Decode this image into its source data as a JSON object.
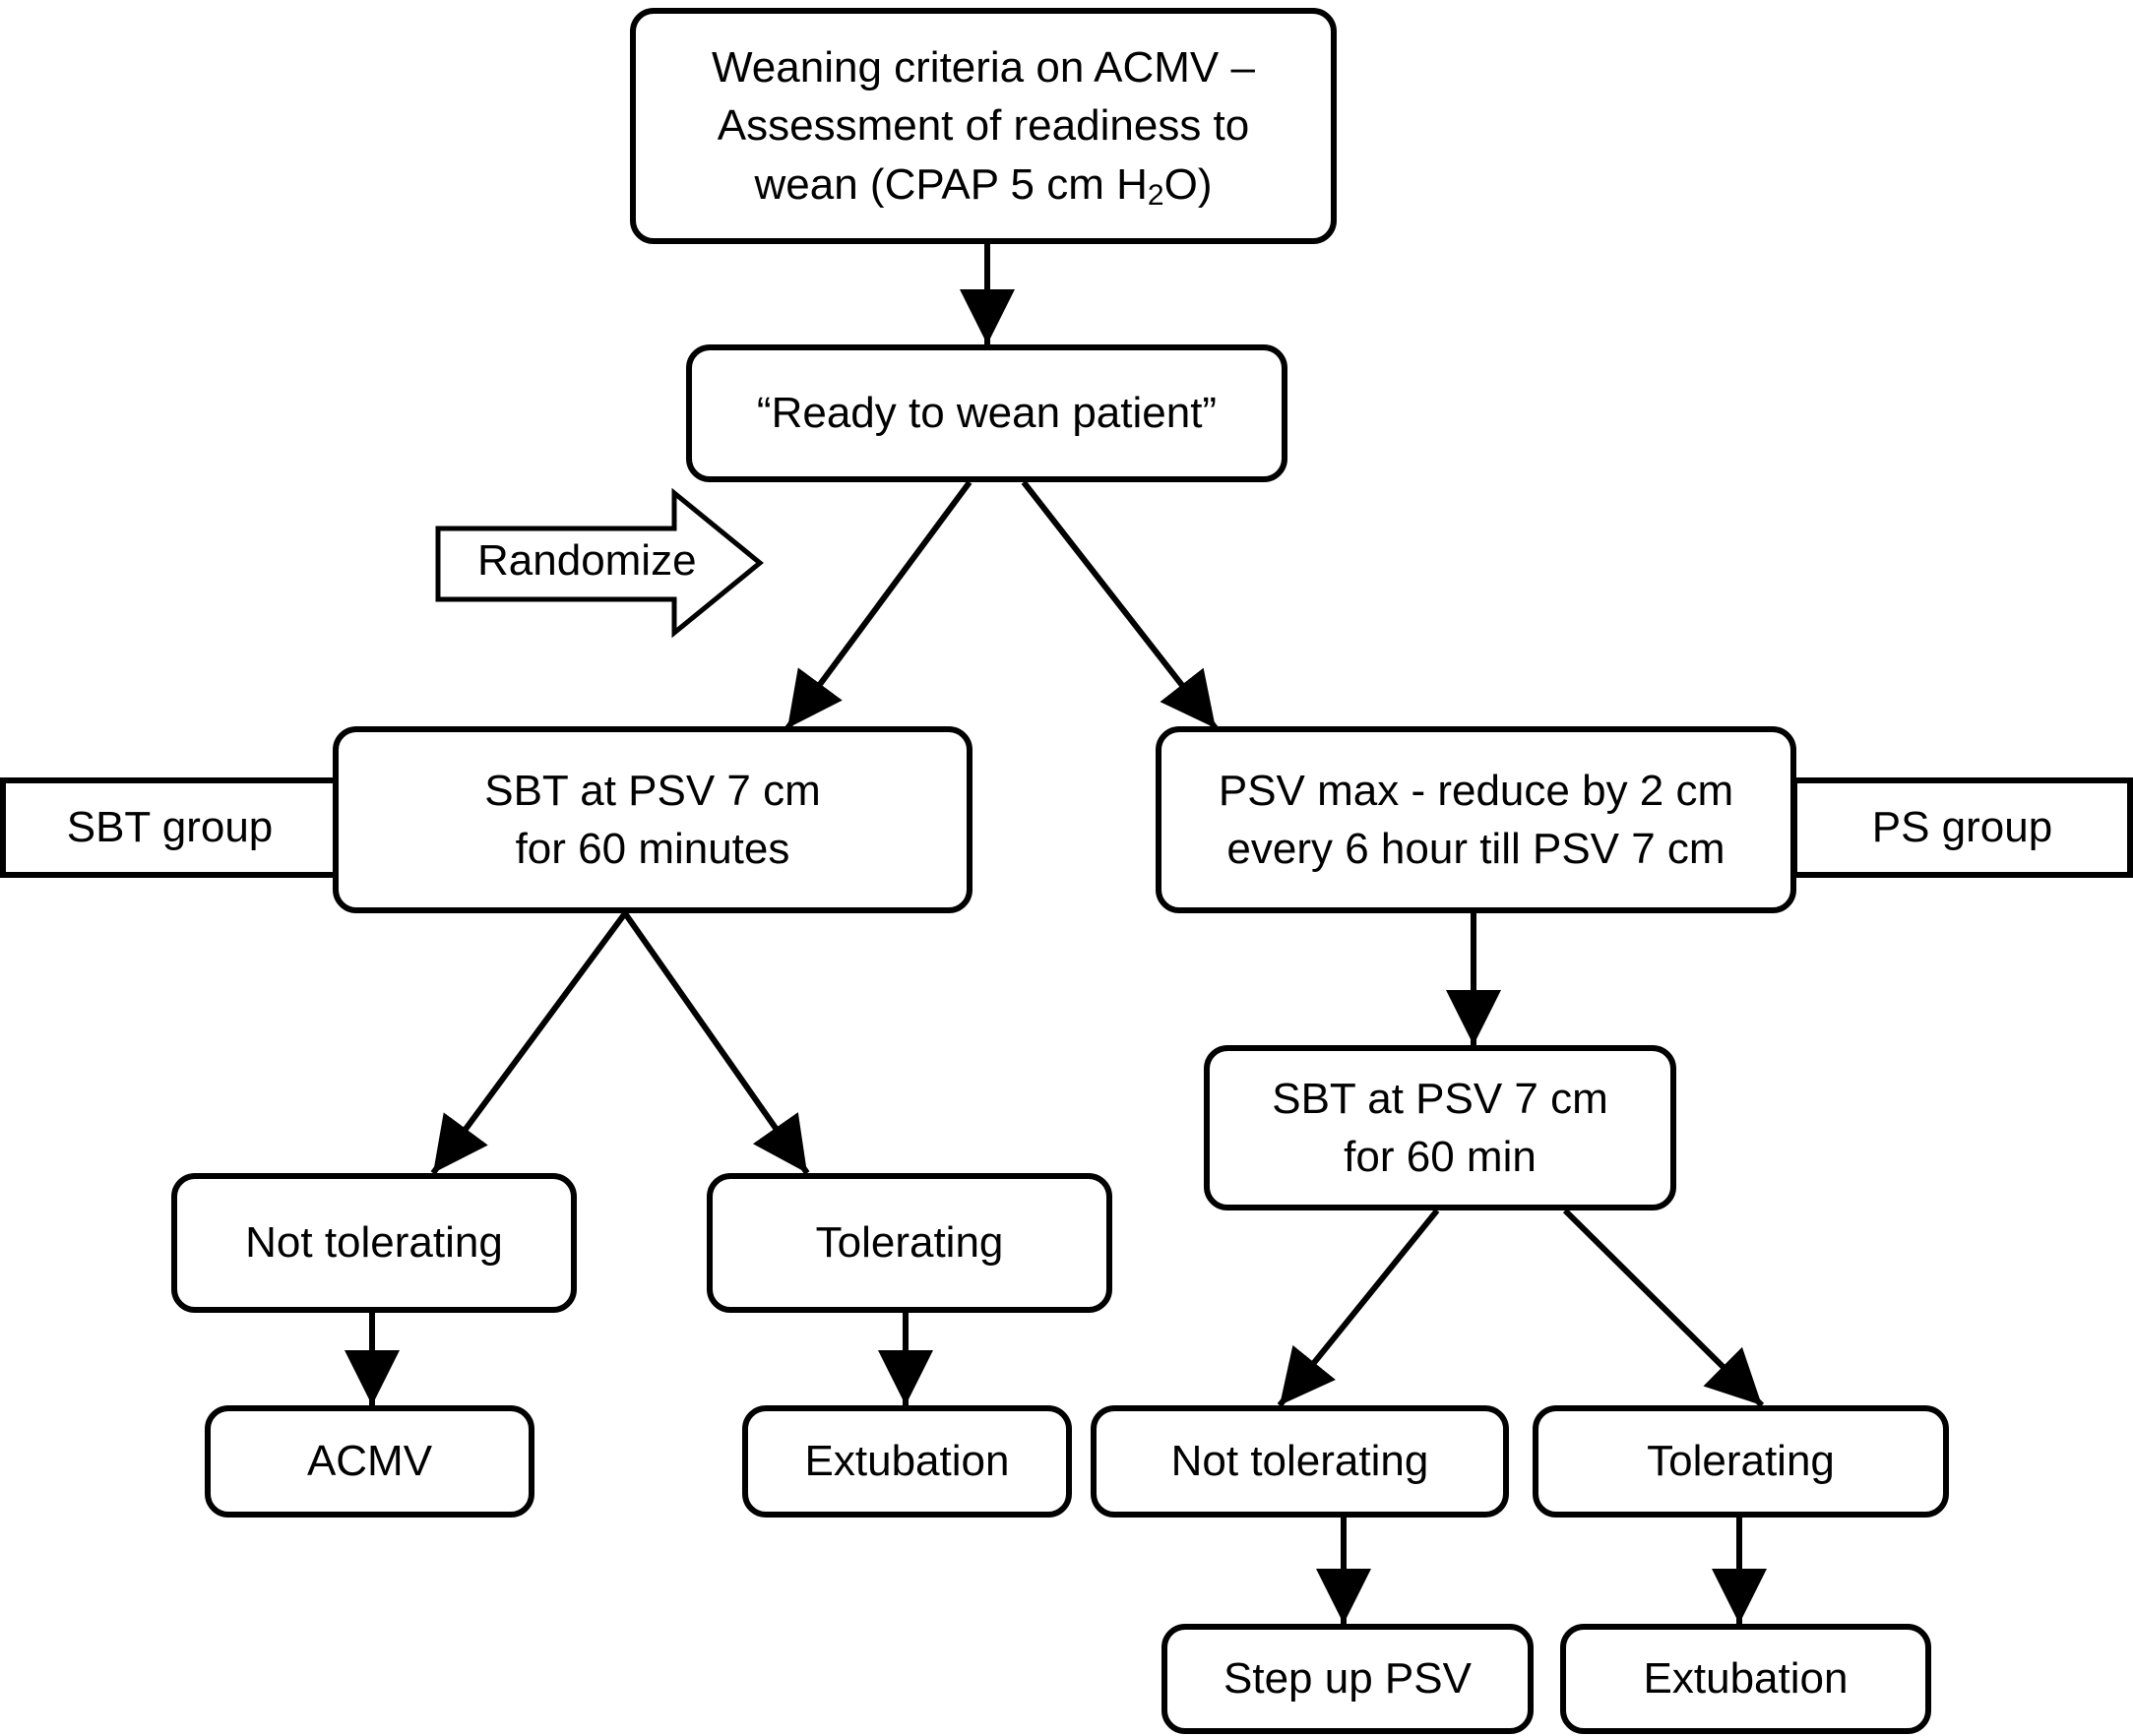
{
  "nodes": {
    "criteria": {
      "line1": "Weaning criteria on ACMV –",
      "line2": "Assessment of readiness to",
      "line3_before": "wean (CPAP 5 cm H",
      "line3_sub": "2",
      "line3_after": "O)"
    },
    "ready": {
      "text": "“Ready to wean patient”"
    },
    "randomize": {
      "text": "Randomize"
    },
    "sbt_group": {
      "text": "SBT group"
    },
    "ps_group": {
      "text": "PS group"
    },
    "sbt_psv": {
      "line1": "SBT at PSV 7 cm",
      "line2": "for 60 minutes"
    },
    "psv_max": {
      "line1": "PSV max - reduce by 2 cm",
      "line2": "every 6 hour till PSV 7 cm"
    },
    "sbt_not_tolerating": {
      "text": "Not tolerating"
    },
    "sbt_tolerating": {
      "text": "Tolerating"
    },
    "acmv": {
      "text": "ACMV"
    },
    "sbt_extubation": {
      "text": "Extubation"
    },
    "ps_sbt": {
      "line1": "SBT at PSV 7 cm",
      "line2": "for 60 min"
    },
    "ps_not_tolerating": {
      "text": "Not tolerating"
    },
    "ps_tolerating": {
      "text": "Tolerating"
    },
    "step_up": {
      "text": "Step up PSV"
    },
    "ps_extubation": {
      "text": "Extubation"
    }
  }
}
